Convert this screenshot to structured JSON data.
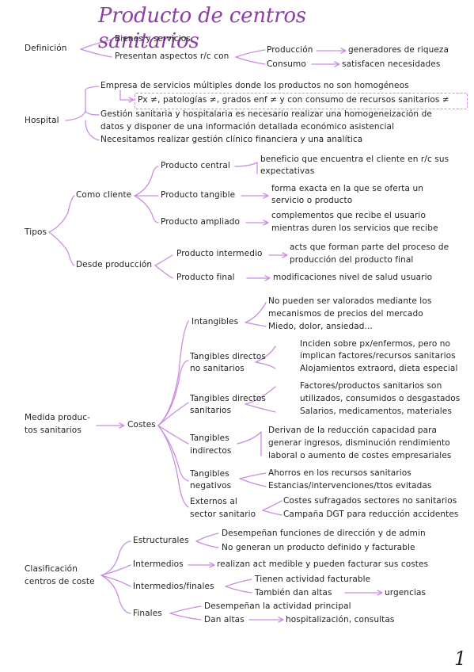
{
  "title": "Producto de centros sanitarios",
  "page_number": "1",
  "colors": {
    "accent": "#8e3fa6",
    "connector": "#c98ee0"
  },
  "definicion": {
    "label": "Definición",
    "bienes": "Bienes y servicios",
    "aspectos": "Presentan aspectos r/c con",
    "produccion": "Producción",
    "produccion_result": "generadores de riqueza",
    "consumo": "Consumo",
    "consumo_result": "satisfacen necesidades"
  },
  "hospital": {
    "label": "Hospital",
    "lines": [
      "Empresa de servicios múltiples donde los productos no son homogéneos",
      "Px ≠, patologías ≠, grados enf ≠ y con consumo de recursos sanitarios ≠",
      "Gestión sanitaria y hospitalaria es necesario realizar una homogeneización de",
      "datos y disponer de una información detallada económico asistencial",
      "Necesitamos realizar gestión clínico financiera y una analítica"
    ]
  },
  "tipos": {
    "label": "Tipos",
    "cliente": {
      "label": "Como cliente",
      "central": "Producto central",
      "central_desc": [
        "beneficio que encuentra el cliente en r/c sus",
        "expectativas"
      ],
      "tangible": "Producto tangible",
      "tangible_desc": [
        "forma exacta en la que se oferta un",
        "servicio o producto"
      ],
      "ampliado": "Producto ampliado",
      "ampliado_desc": [
        "complementos que recibe el usuario",
        "mientras duren los servicios que recibe"
      ]
    },
    "produccion": {
      "label": "Desde producción",
      "intermedio": "Producto intermedio",
      "intermedio_desc": [
        "acts que forman parte del proceso de",
        "producción del producto final"
      ],
      "final": "Producto final",
      "final_desc": "modificaciones nivel de salud usuario"
    }
  },
  "medida": {
    "label": [
      "Medida produc-",
      "tos sanitarios"
    ],
    "costes": "Costes",
    "intangibles": "Intangibles",
    "intangibles_desc": [
      "No pueden ser valorados mediante los",
      "mecanismos de precios del mercado",
      "Miedo, dolor, ansiedad..."
    ],
    "tdns": [
      "Tangibles directos",
      "no sanitarios"
    ],
    "tdns_desc": [
      "Inciden sobre px/enfermos, pero no",
      "implican factores/recursos sanitarios",
      "Alojamientos extraord, dieta especial"
    ],
    "tds": [
      "Tangibles directos",
      "sanitarios"
    ],
    "tds_desc": [
      "Factores/productos sanitarios son",
      "utilizados, consumidos o desgastados",
      "Salarios, medicamentos, materiales"
    ],
    "ti": [
      "Tangibles",
      "indirectos"
    ],
    "ti_desc": [
      "Derivan de la reducción capacidad para",
      "generar ingresos, disminución rendimiento",
      "laboral o aumento de costes empresariales"
    ],
    "tn": [
      "Tangibles",
      "negativos"
    ],
    "tn_desc": [
      "Ahorros en los recursos sanitarios",
      "Estancias/intervenciones/ttos evitadas"
    ],
    "ext": [
      "Externos al",
      "sector sanitario"
    ],
    "ext_desc": [
      "Costes sufragados sectores no sanitarios",
      "Campaña DGT para reducción accidentes"
    ]
  },
  "clasificacion": {
    "label": [
      "Clasificación",
      "centros de coste"
    ],
    "estructurales": "Estructurales",
    "estructurales_desc": [
      "Desempeñan funciones de dirección y de admin",
      "No generan un producto definido y facturable"
    ],
    "intermedios": "Intermedios",
    "intermedios_desc": "realizan act medible y pueden facturar sus costes",
    "intfin": "Intermedios/finales",
    "intfin_desc1": "Tienen actividad facturable",
    "intfin_desc2": "También dan altas",
    "urgencias": "urgencias",
    "finales": "Finales",
    "finales_desc1": "Desempeñan la actividad principal",
    "finales_desc2": "Dan altas",
    "hospitalizacion": "hospitalización, consultas"
  }
}
